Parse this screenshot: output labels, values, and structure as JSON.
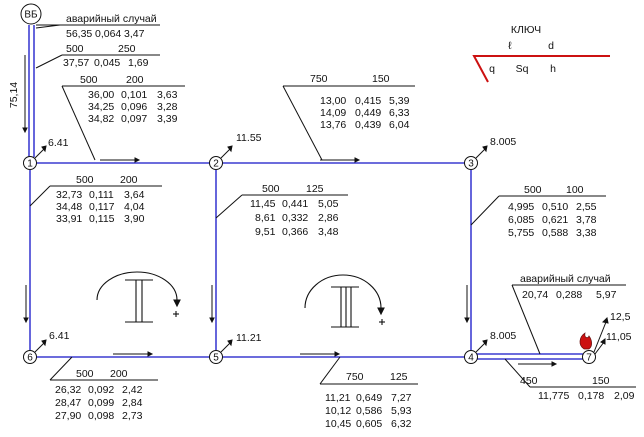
{
  "source_label": "ВБ",
  "pipe_color": "#1414c8",
  "key_color": "#cc1111",
  "fire_color": "#cc1111",
  "key": {
    "title": "КЛЮЧ",
    "l": "ℓ",
    "d": "d",
    "q": "q",
    "sq": "Sq",
    "h": "h"
  },
  "emergency_top": {
    "title": "аварийный случай",
    "row": [
      "56,35",
      "0,064",
      "3,47"
    ]
  },
  "emergency_right": {
    "title": "аварийный случай",
    "row": [
      "20,74",
      "0,288",
      "5,97"
    ]
  },
  "riser": {
    "length_label": "75,14",
    "header": [
      "500",
      "250"
    ],
    "row": [
      "37,57",
      "0,045",
      "1,69"
    ]
  },
  "nodes": [
    {
      "id": "1",
      "demand": "6.41"
    },
    {
      "id": "2",
      "demand": "11.55"
    },
    {
      "id": "3",
      "demand": "8.005"
    },
    {
      "id": "4",
      "demand": "8.005"
    },
    {
      "id": "5",
      "demand": "11.21"
    },
    {
      "id": "6",
      "demand": "6.41"
    },
    {
      "id": "7",
      "demand": ""
    }
  ],
  "node7_outputs": [
    "12,5",
    "11,05"
  ],
  "edges": {
    "e12": {
      "header": [
        "500",
        "200"
      ],
      "rows": [
        [
          "36,00",
          "0,101",
          "3,63"
        ],
        [
          "34,25",
          "0,096",
          "3,28"
        ],
        [
          "34,82",
          "0,097",
          "3,39"
        ]
      ]
    },
    "e23": {
      "header": [
        "750",
        "150"
      ],
      "rows": [
        [
          "13,00",
          "0,415",
          "5,39"
        ],
        [
          "14,09",
          "0,449",
          "6,33"
        ],
        [
          "13,76",
          "0,439",
          "6,04"
        ]
      ]
    },
    "e16": {
      "header": [
        "500",
        "200"
      ],
      "rows": [
        [
          "32,73",
          "0,111",
          "3,64"
        ],
        [
          "34,48",
          "0,117",
          "4,04"
        ],
        [
          "33,91",
          "0,115",
          "3,90"
        ]
      ]
    },
    "e25": {
      "header": [
        "500",
        "125"
      ],
      "rows": [
        [
          "11,45",
          "0,441",
          "5,05"
        ],
        [
          "8,61",
          "0,332",
          "2,86"
        ],
        [
          "9,51",
          "0,366",
          "3,48"
        ]
      ]
    },
    "e34": {
      "header": [
        "500",
        "100"
      ],
      "rows": [
        [
          "4,995",
          "0,510",
          "2,55"
        ],
        [
          "6,085",
          "0,621",
          "3,78"
        ],
        [
          "5,755",
          "0,588",
          "3,38"
        ]
      ]
    },
    "e65": {
      "header": [
        "500",
        "200"
      ],
      "rows": [
        [
          "26,32",
          "0,092",
          "2,42"
        ],
        [
          "28,47",
          "0,099",
          "2,84"
        ],
        [
          "27,90",
          "0,098",
          "2,73"
        ]
      ]
    },
    "e54": {
      "header": [
        "750",
        "125"
      ],
      "rows": [
        [
          "11,21",
          "0,649",
          "7,27"
        ],
        [
          "10,12",
          "0,586",
          "5,93"
        ],
        [
          "10,45",
          "0,605",
          "6,32"
        ]
      ]
    },
    "e47": {
      "header": [
        "450",
        "150"
      ],
      "row": [
        "11,775",
        "0,178",
        "2,09"
      ]
    }
  }
}
